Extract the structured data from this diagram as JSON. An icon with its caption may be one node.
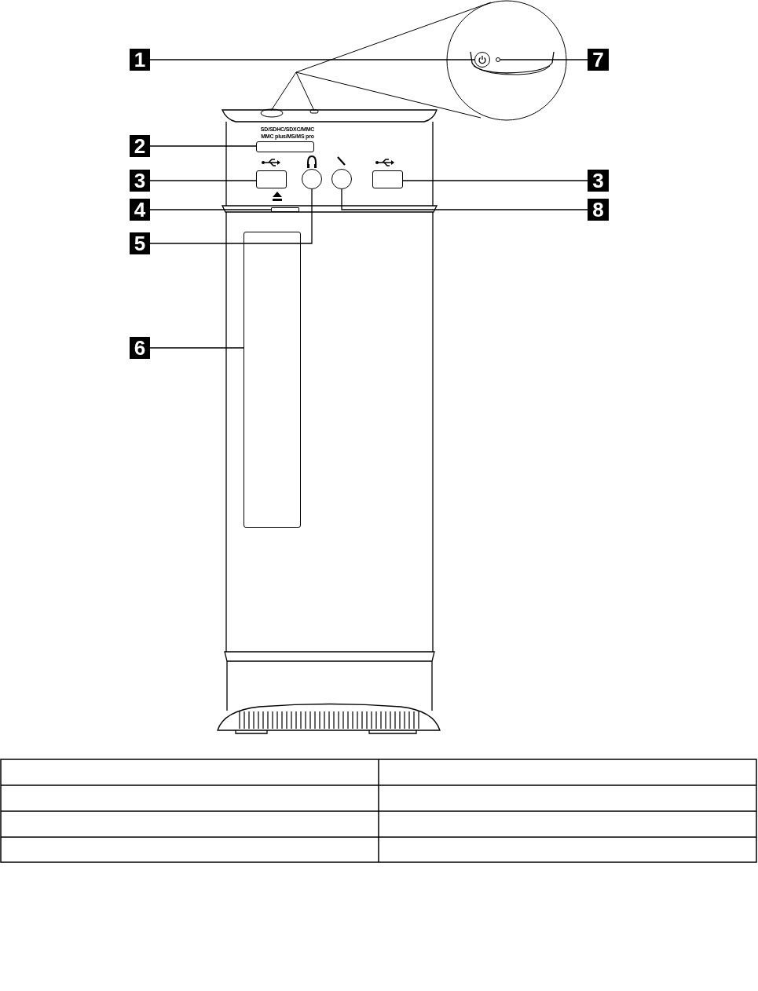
{
  "diagram": {
    "nodes": [
      {
        "text": [
          "1"
        ]
      },
      {
        "text": [
          "7"
        ]
      },
      {
        "text": [
          "2"
        ]
      },
      {
        "text": [
          "3"
        ]
      },
      {
        "text": [
          "3"
        ]
      },
      {
        "text": [
          "4"
        ]
      },
      {
        "text": [
          "8"
        ]
      },
      {
        "text": [
          "5"
        ]
      },
      {
        "text": [
          "6"
        ]
      },
      {
        "text": [],
        "shape": "circle"
      },
      {
        "text": [],
        "shape": "circle"
      },
      {
        "text": [],
        "shape": "box",
        "beside": [
          "SD/SDHC/SDXC/MMC MMC plus/MS/MS pro"
        ]
      },
      {
        "text": [],
        "shape": "box"
      },
      {
        "text": [],
        "shape": "box"
      },
      {
        "text": [],
        "shape": "bar"
      },
      {
        "text": [],
        "shape": "circle"
      },
      {
        "text": [],
        "shape": "circle"
      },
      {
        "text": [],
        "shape": "box"
      }
    ],
    "edges": [
      {
        "from": 0,
        "to": 9,
        "arrow": "none"
      },
      {
        "from": 1,
        "to": 10,
        "arrow": "none"
      },
      {
        "from": 2,
        "to": 11,
        "arrow": "none"
      },
      {
        "from": 3,
        "to": 12,
        "arrow": "none"
      },
      {
        "from": 4,
        "to": 13,
        "arrow": "none"
      },
      {
        "from": 5,
        "to": 14,
        "arrow": "none"
      },
      {
        "from": 6,
        "to": 15,
        "arrow": "none"
      },
      {
        "from": 7,
        "to": 16,
        "arrow": "none"
      },
      {
        "from": 8,
        "to": 17,
        "arrow": "none"
      }
    ]
  }
}
